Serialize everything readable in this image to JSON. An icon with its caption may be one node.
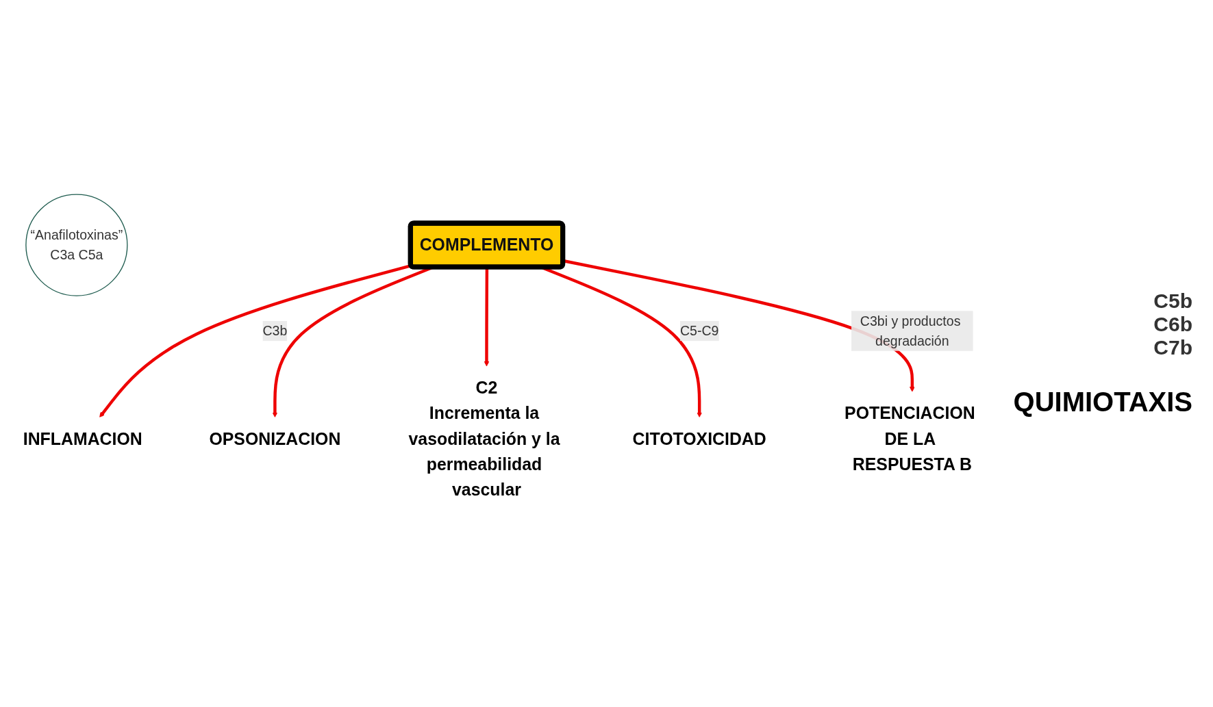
{
  "diagram": {
    "nodes": [
      {
        "text": [
          "COMPLEMENTO"
        ]
      },
      {
        "text": [
          "INFLAMACION"
        ]
      },
      {
        "text": [
          "OPSONIZACION"
        ]
      },
      {
        "text": [
          "C2",
          "Incrementa la vasodilatación y la permeabilidad vascular"
        ]
      },
      {
        "text": [
          "CITOTOXICIDAD"
        ]
      },
      {
        "text": [
          "POTENCIACION DE LA RESPUESTA B"
        ]
      },
      {
        "text": [
          "“Anafilotoxinas”",
          "C3a C5a"
        ]
      }
    ],
    "edges": [
      {
        "from": 0,
        "to": 1,
        "arrow": "to"
      },
      {
        "from": 0,
        "to": 2,
        "arrow": "to",
        "label": "C3b"
      },
      {
        "from": 0,
        "to": 3,
        "arrow": "to"
      },
      {
        "from": 0,
        "to": 4,
        "arrow": "to",
        "label": "C5-C9"
      },
      {
        "from": 0,
        "to": 5,
        "arrow": "to",
        "label": "C3bi y productos degradación"
      }
    ],
    "labels": [
      "C5b",
      "C6b",
      "C7b",
      "QUIMIOTAXIS"
    ]
  }
}
